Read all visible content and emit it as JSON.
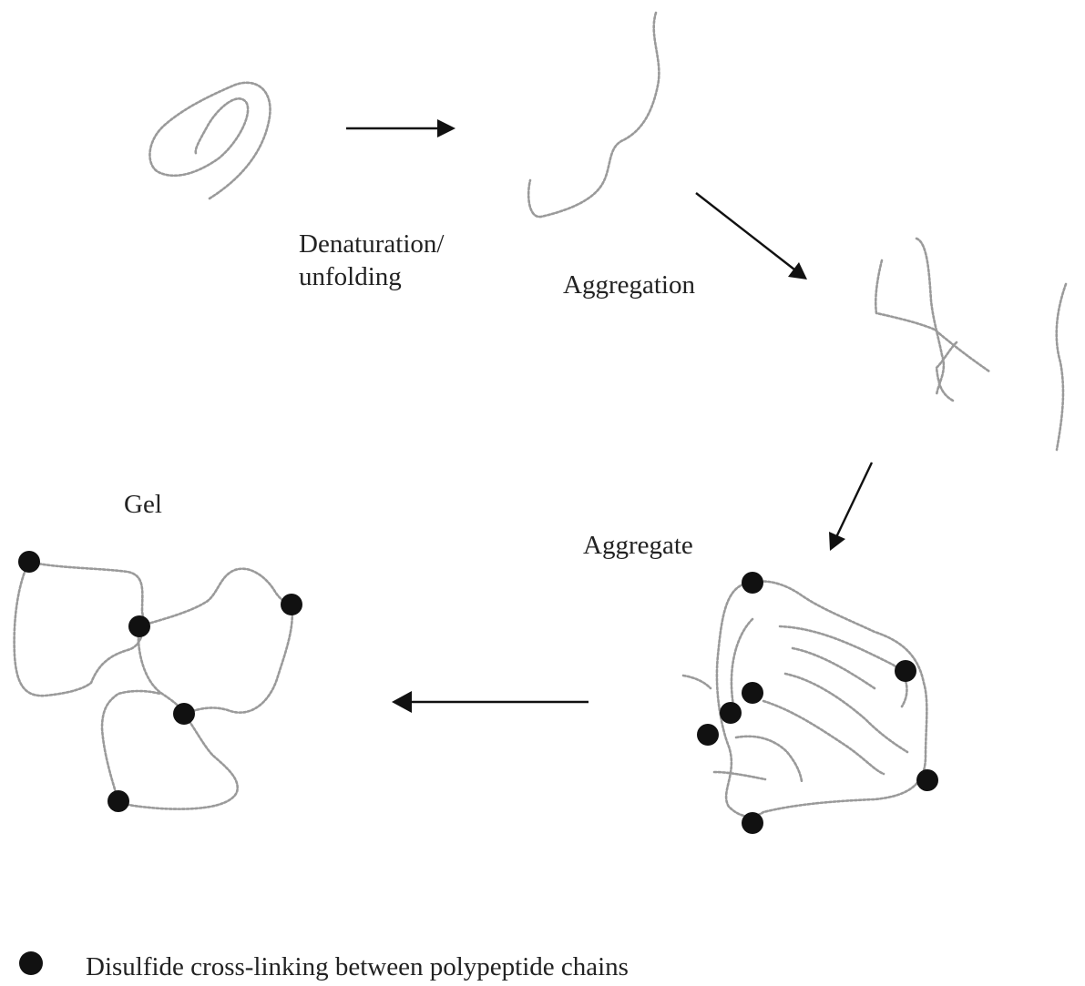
{
  "labels": {
    "denaturation_line1": "Denaturation/",
    "denaturation_line2": "unfolding",
    "aggregation": "Aggregation",
    "aggregate": "Aggregate",
    "gel": "Gel"
  },
  "legend": {
    "text": "Disulfide cross-linking between polypeptide chains"
  },
  "colors": {
    "chain": "#9a9a9a",
    "arrow": "#111111",
    "dot": "#111111"
  }
}
